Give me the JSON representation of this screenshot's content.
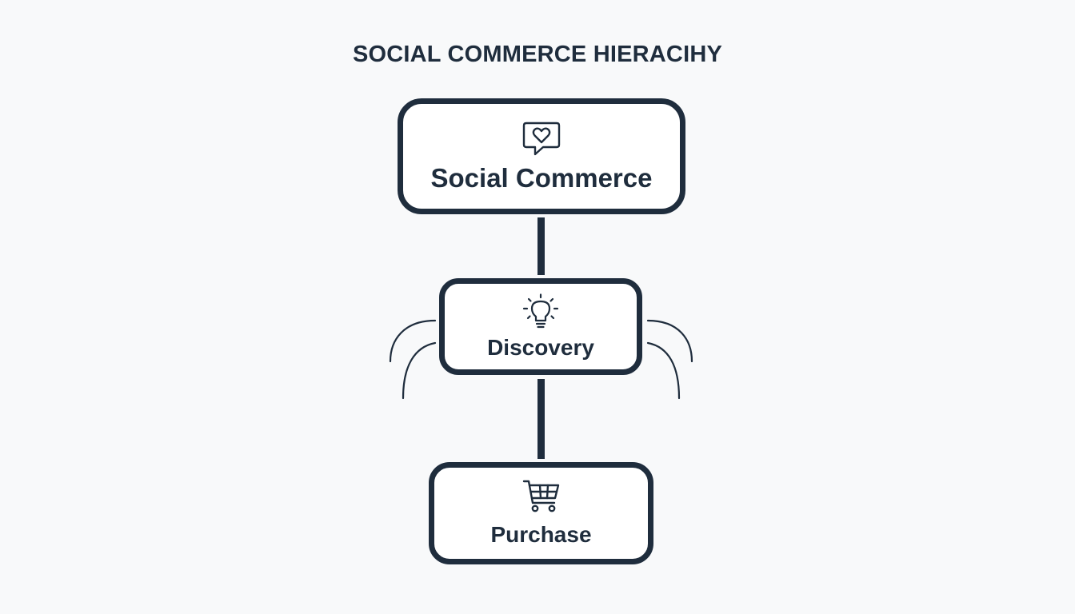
{
  "title": "SOCIAL COMMERCE HIERACIHY",
  "nodes": [
    {
      "label": "Social Commerce",
      "icon": "chat-heart-icon"
    },
    {
      "label": "Discovery",
      "icon": "lightbulb-icon"
    },
    {
      "label": "Purchase",
      "icon": "shopping-cart-icon"
    }
  ],
  "colors": {
    "stroke": "#1f2d3d",
    "background": "#f8f9fa",
    "node_fill": "#ffffff"
  }
}
